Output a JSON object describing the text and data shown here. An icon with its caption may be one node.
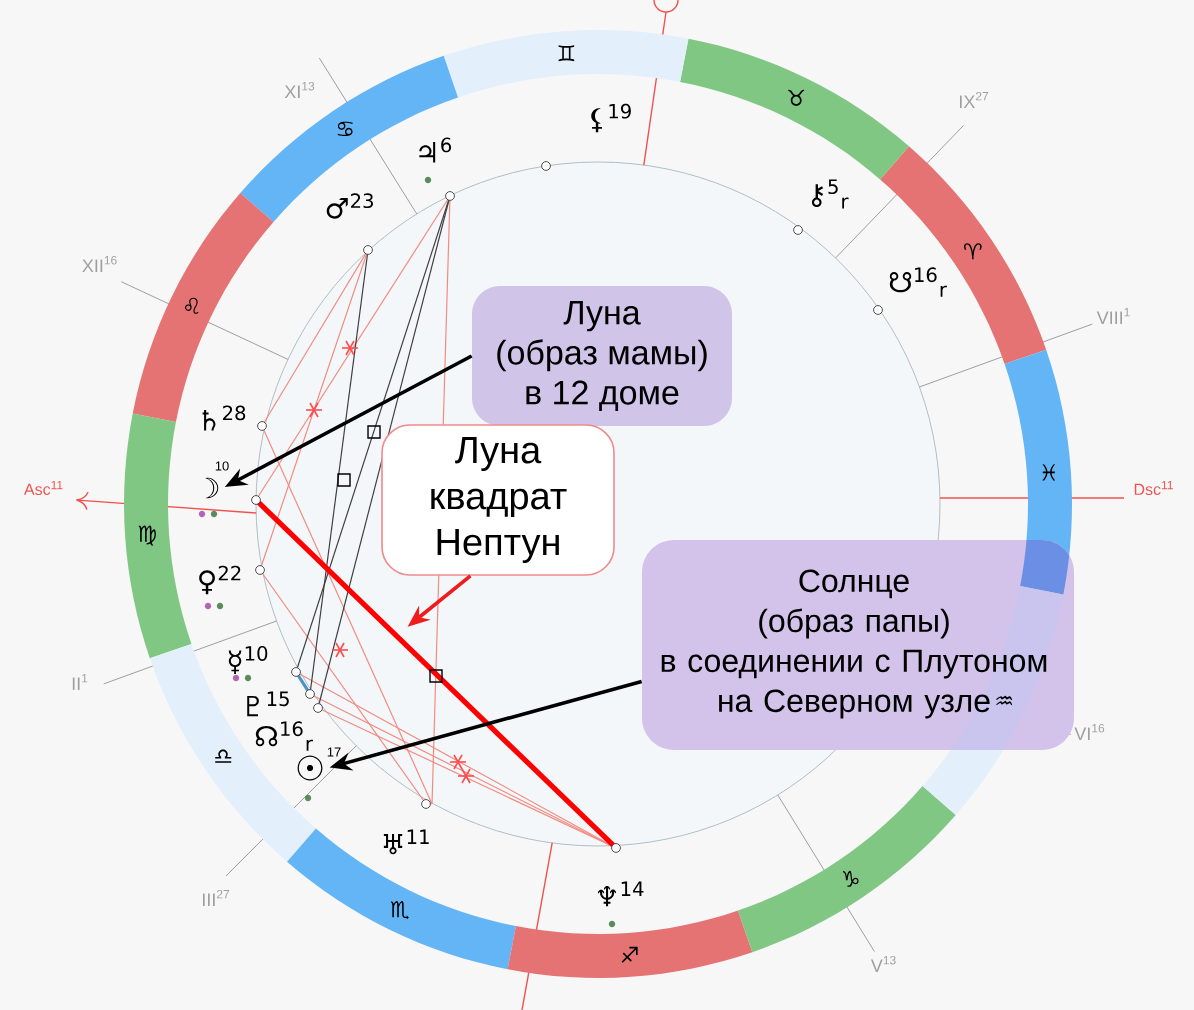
{
  "diagram": {
    "nodes": [
      {
        "text": [
          "Луна (образ мамы) в 12 доме"
        ]
      },
      {
        "text": [
          "Луна квадрат Нептун"
        ]
      },
      {
        "text": [
          "☽"
        ],
        "beside": [
          "10"
        ]
      },
      {
        "text": [
          "Солнце",
          "(образ папы)",
          "в соединении с Плутоном на Северном узле"
        ]
      },
      {
        "text": [
          "☉"
        ],
        "beside": [
          "17"
        ]
      }
    ],
    "edges": [
      {
        "from": 0,
        "to": 2,
        "arrow": "to"
      },
      {
        "from": 1,
        "to": null,
        "arrow": "to",
        "color": "#ee1c1c"
      },
      {
        "from": 3,
        "to": 4,
        "arrow": "to"
      }
    ],
    "labels": [
      "XI$^{13}$",
      "IX$^{27}$",
      "XII$^{16}$",
      "VIII$^{1}$",
      "Asc$^{11}$",
      "Dsc$^{11}$",
      "II$^{1}$",
      "VI$^{16}$",
      "III$^{27}$",
      "V$^{13}$",
      "♈",
      "♉",
      "♊",
      "♋",
      "♌",
      "♍",
      "♎",
      "♏",
      "♐",
      "♑",
      "♒",
      "♓",
      "♃$^{6}$",
      "⚸$^{19}$",
      "♂$^{23}$",
      "⚷$^{5}$$_{r}$",
      "☋$^{16}$$_{r}$",
      "♄$^{28}$",
      "♀$^{22}$",
      "☿$^{10}$",
      "♇$^{15}$",
      "☊$^{16}$$_{r}$",
      "♅$^{11}$",
      "♆$^{14}$"
    ]
  }
}
